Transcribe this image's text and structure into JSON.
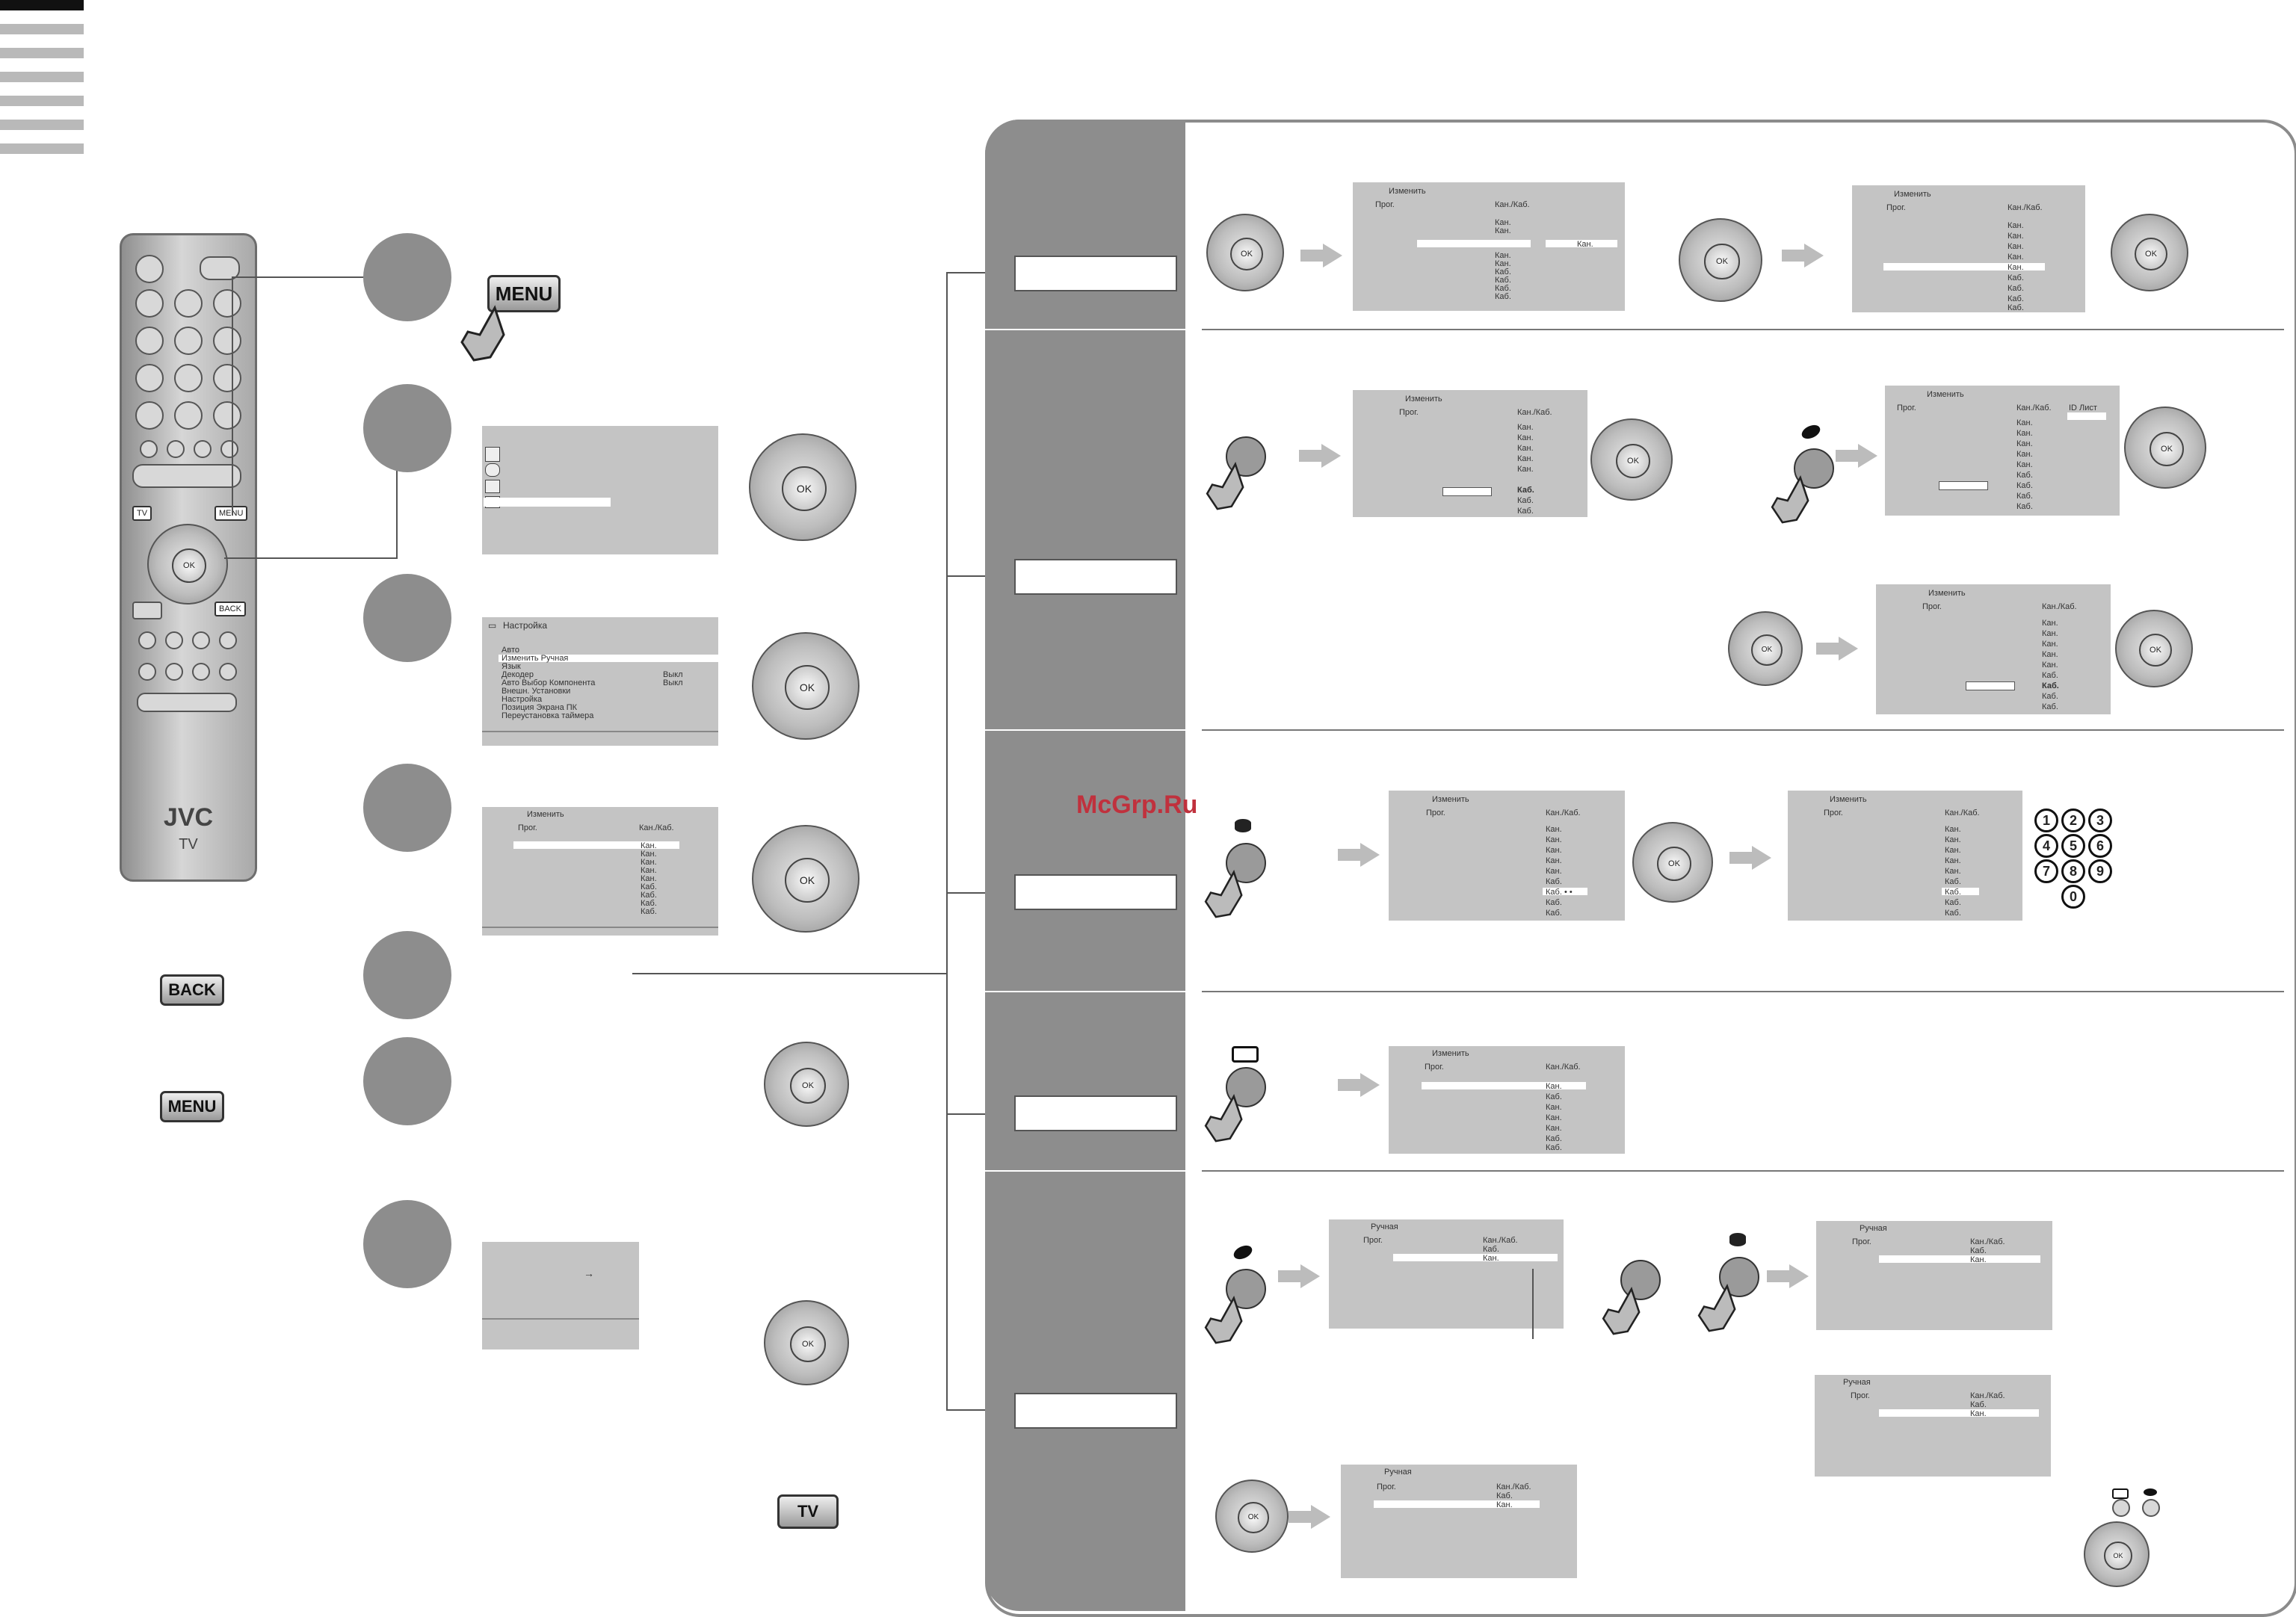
{
  "watermark": "McGrp.Ru",
  "remote": {
    "brand": "JVC",
    "sub": "TV",
    "labels": {
      "tv": "TV",
      "menu": "MENU",
      "ok": "OK",
      "back": "BACK"
    }
  },
  "keys": {
    "menu": "MENU",
    "back": "BACK",
    "tv": "TV",
    "ok": "OK"
  },
  "setup_menu": {
    "title": "Настройка",
    "items": [
      "Авто",
      "Изменить Ручная",
      "Язык",
      "Декодер",
      "Авто Выбор Компонента",
      "Внешн. Установки",
      "Настройка",
      "Позиция Экрана ПК",
      "Переустановка таймера"
    ],
    "values": [
      "Выкл",
      "Выкл"
    ]
  },
  "edit_small": {
    "title": "Изменить",
    "prog": "Прог.",
    "col": "Кан./Каб.",
    "list": [
      "Кан.",
      "Кан.",
      "Кан.",
      "Кан.",
      "Кан.",
      "Каб.",
      "Каб.",
      "Каб.",
      "Каб."
    ]
  },
  "edit": {
    "title": "Изменить",
    "prog": "Прог.",
    "col": "Кан./Каб.",
    "col2": "ID Лист",
    "kan": "Кан.",
    "kab": "Каб.",
    "kab_dots": "Каб. • •"
  },
  "manual": {
    "title": "Ручная",
    "prog": "Прог.",
    "col": "Кан./Каб.",
    "kab": "Каб.",
    "kan": "Кан."
  },
  "numpad": [
    "1",
    "2",
    "3",
    "4",
    "5",
    "6",
    "7",
    "8",
    "9",
    "0"
  ],
  "colors": {
    "accent_gray": "#8d8d8d",
    "osd_bg": "#c4c4c4",
    "watermark": "#c0313d"
  }
}
